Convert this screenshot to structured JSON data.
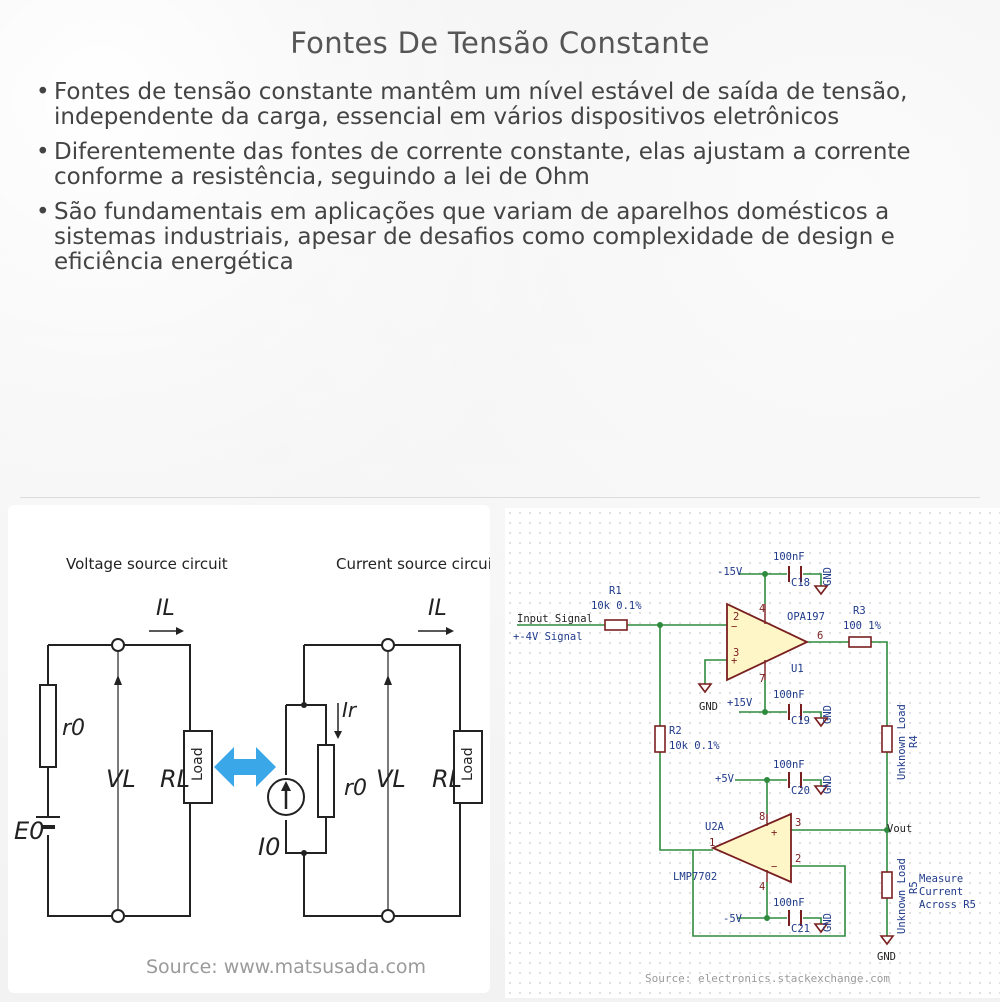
{
  "title": "Fontes De Tensão Constante",
  "bullets": [
    "Fontes de tensão constante mantêm um nível estável de saída de tensão, independente da carga, essencial em vários dispositivos eletrônicos",
    "Diferentemente das fontes de corrente constante, elas ajustam a corrente conforme a resistência, seguindo a lei de Ohm",
    "São fundamentais em aplicações que variam de aparelhos domésticos a sistemas industriais, apesar de desafios como complexidade de design e eficiência energética"
  ],
  "left_figure": {
    "voltage_title": "Voltage source circuit",
    "current_title": "Current source circuit",
    "il": "IL",
    "ir": "Ir",
    "r0": "r0",
    "vl": "VL",
    "rl": "RL",
    "load": "Load",
    "e0": "E0",
    "i0": "I0",
    "source": "Source: www.matsusada.com",
    "colors": {
      "arrow": "#3aa8e8",
      "line": "#222222",
      "source_text": "#9a9a9a"
    }
  },
  "right_figure": {
    "input_signal": "Input Signal",
    "signal_range": "+-4V Signal",
    "r1": "R1",
    "r1_value": "10k 0.1%",
    "r2": "R2",
    "r2_value": "10k 0.1%",
    "r3": "R3",
    "r3_value": "100 1%",
    "r4": "R4",
    "r5": "R5",
    "unknown_load": "Unknown Load",
    "measure": [
      "Measure",
      "Current",
      "Across R5"
    ],
    "neg15": "-15V",
    "pos15": "+15V",
    "pos5": "+5V",
    "neg5": "-5V",
    "cap_value": "100nF",
    "c18": "C18",
    "c19": "C19",
    "c20": "C20",
    "c21": "C21",
    "gnd": "GND",
    "opa": "OPA197",
    "u1": "U1",
    "u2a": "U2A",
    "lmp": "LMP7702",
    "vout": "Vout",
    "minus": "−",
    "plus": "+",
    "pins": {
      "p2": "2",
      "p3": "3",
      "p4": "4",
      "p6": "6",
      "p7": "7",
      "p8": "8",
      "p1": "1"
    },
    "source": "Source: electronics.stackexchange.com",
    "colors": {
      "wire": "#2e8b3e",
      "component": "#7a1f1f",
      "label": "#1f3a8a",
      "gnd": "#7a1f1f",
      "opamp_fill": "#fff6c8",
      "source_text": "#9a9a9a"
    }
  }
}
